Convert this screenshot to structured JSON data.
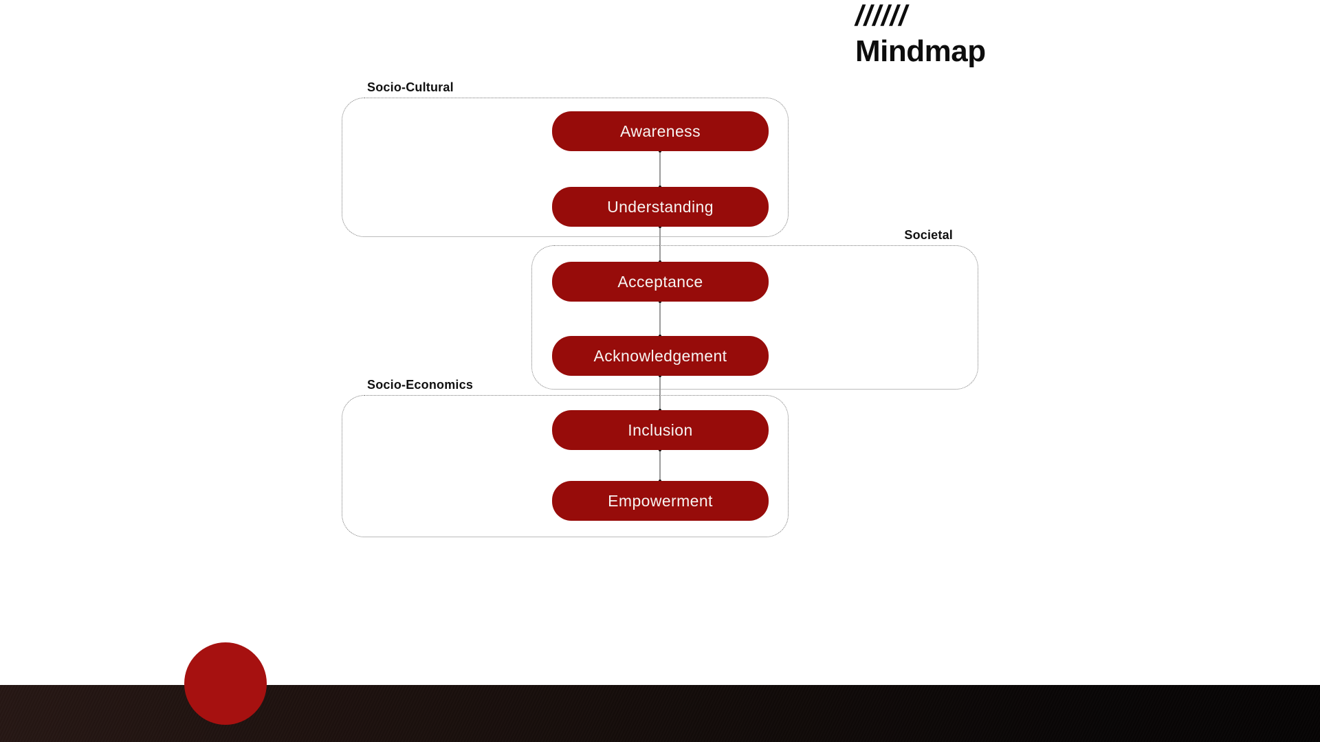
{
  "title": {
    "slashes": "//////",
    "name": "Mindmap"
  },
  "groups": [
    {
      "id": "socio-cultural",
      "label": "Socio-Cultural",
      "label_position": "top-left"
    },
    {
      "id": "societal",
      "label": "Societal",
      "label_position": "top-right"
    },
    {
      "id": "socio-economics",
      "label": "Socio-Economics",
      "label_position": "top-left"
    }
  ],
  "nodes": [
    {
      "label": "Awareness",
      "group": "socio-cultural"
    },
    {
      "label": "Understanding",
      "group": "socio-cultural"
    },
    {
      "label": "Acceptance",
      "group": "societal"
    },
    {
      "label": "Acknowledgement",
      "group": "societal"
    },
    {
      "label": "Inclusion",
      "group": "socio-economics"
    },
    {
      "label": "Empowerment",
      "group": "socio-economics"
    }
  ],
  "connections": [
    [
      "Awareness",
      "Understanding"
    ],
    [
      "Understanding",
      "Acceptance"
    ],
    [
      "Acceptance",
      "Acknowledgement"
    ],
    [
      "Acknowledgement",
      "Inclusion"
    ],
    [
      "Inclusion",
      "Empowerment"
    ]
  ],
  "colors": {
    "node-red": "#970c0a",
    "node-text": "#f7f4f2",
    "circle-red": "#a61110",
    "border-gray": "#777777",
    "connector-gray": "#9a9a9a",
    "ink": "#0d0d0d"
  }
}
